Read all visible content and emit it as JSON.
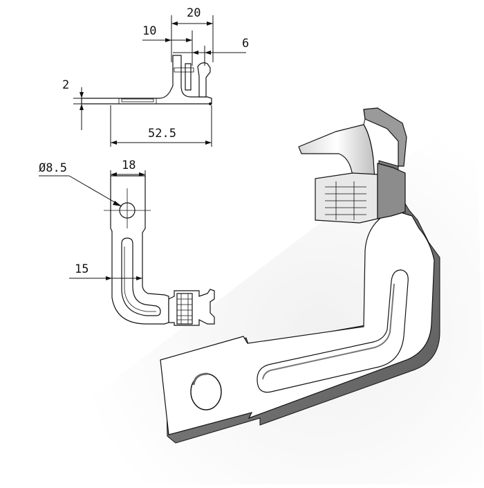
{
  "dimensions": {
    "top_width": "20",
    "left_offset": "10",
    "right_offset": "6",
    "thickness": "2",
    "overall_length": "52.5",
    "hole_diameter": "Ø8.5",
    "plate_width": "18",
    "slot_offset": "15"
  }
}
